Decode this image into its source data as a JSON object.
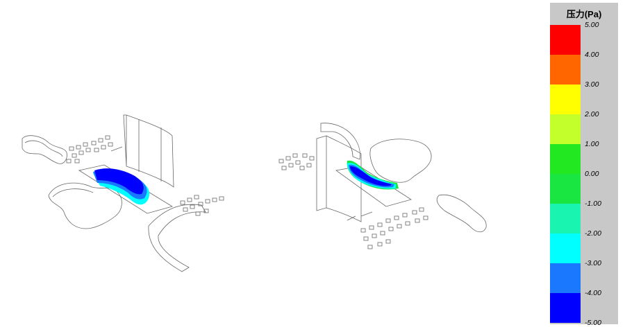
{
  "legend": {
    "title": "压力(Pa)",
    "levels": [
      {
        "label": "5.00",
        "color": "#ff0000"
      },
      {
        "label": "4.00",
        "color": "#ff6600"
      },
      {
        "label": "3.00",
        "color": "#ffff00"
      },
      {
        "label": "2.00",
        "color": "#c3ff2b"
      },
      {
        "label": "1.00",
        "color": "#22e822"
      },
      {
        "label": "0.00",
        "color": "#19e640"
      },
      {
        "label": "-1.00",
        "color": "#19f5b0"
      },
      {
        "label": "-2.00",
        "color": "#00ffff"
      },
      {
        "label": "-3.00",
        "color": "#1a78ff"
      },
      {
        "label": "-4.00",
        "color": "#0000ff"
      },
      {
        "label": "-5.00",
        "color": "#0000ff"
      }
    ]
  },
  "colors": {
    "outline": "#555555",
    "low_pressure": "#0000ff",
    "mid_low_pressure": "#1a78ff",
    "near_zero": "#19e640",
    "cyan": "#00ffff"
  }
}
